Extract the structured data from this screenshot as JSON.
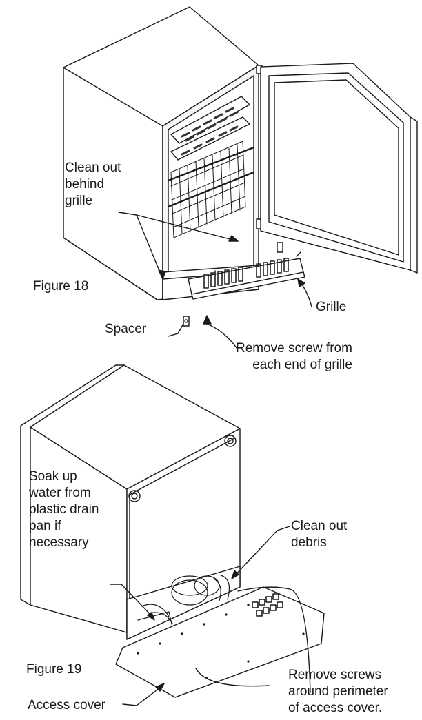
{
  "figure18": {
    "caption": "Figure 18",
    "clean_behind_grille": [
      "Clean out",
      "behind",
      "grille"
    ],
    "grille": "Grille",
    "spacer": "Spacer",
    "remove_screw": [
      "Remove screw from",
      "each end of grille"
    ]
  },
  "figure19": {
    "caption": "Figure 19",
    "soak_up_water": [
      "Soak up",
      "water from",
      "plastic drain",
      "pan if",
      "necessary"
    ],
    "clean_debris": [
      "Clean out",
      "debris"
    ],
    "remove_screws": [
      "Remove screws",
      "around perimeter",
      "of access cover."
    ],
    "access_cover": "Access cover"
  }
}
